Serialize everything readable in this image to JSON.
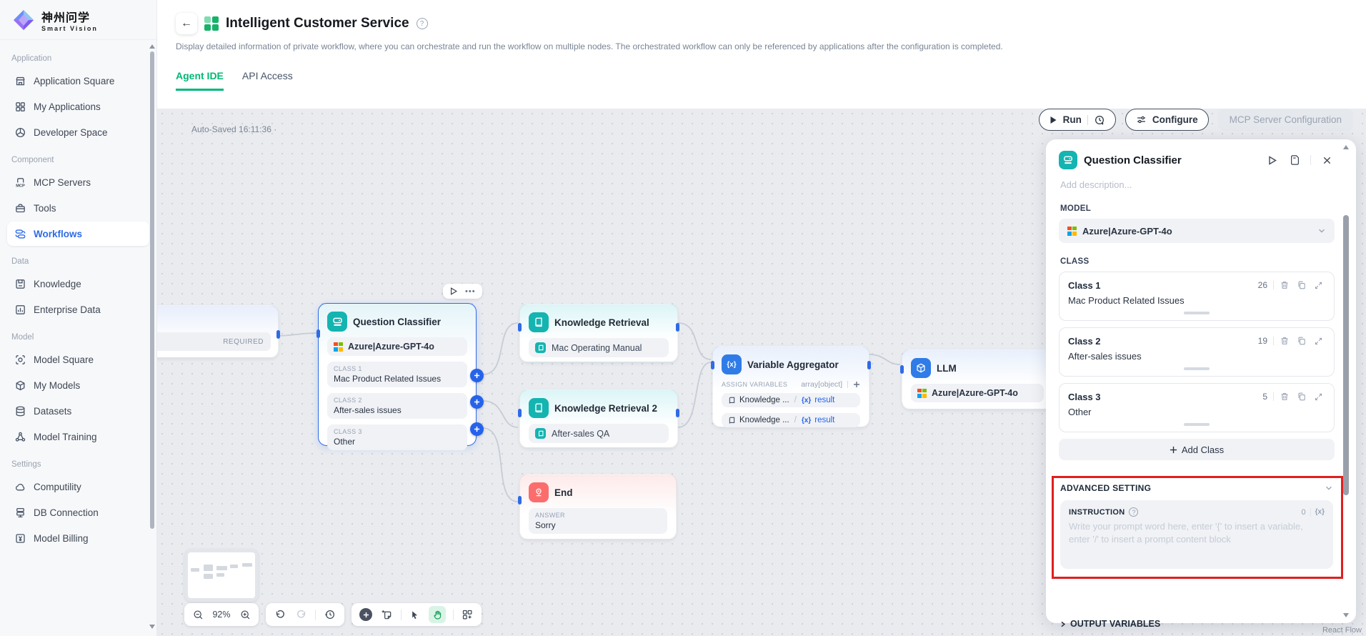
{
  "brand": {
    "cn": "神州问学",
    "en": "Smart Vision"
  },
  "icons": {
    "back": "←",
    "help": "?",
    "mcp": "MCP",
    "fx": "{x}",
    "ellipsis": "•••"
  },
  "sidebar": {
    "sections": [
      {
        "label": "Application",
        "items": [
          {
            "label": "Application Square"
          },
          {
            "label": "My Applications"
          },
          {
            "label": "Developer Space"
          }
        ]
      },
      {
        "label": "Component",
        "items": [
          {
            "label": "MCP Servers"
          },
          {
            "label": "Tools"
          },
          {
            "label": "Workflows"
          }
        ]
      },
      {
        "label": "Data",
        "items": [
          {
            "label": "Knowledge"
          },
          {
            "label": "Enterprise Data"
          }
        ]
      },
      {
        "label": "Model",
        "items": [
          {
            "label": "Model Square"
          },
          {
            "label": "My Models"
          },
          {
            "label": "Datasets"
          },
          {
            "label": "Model Training"
          }
        ]
      },
      {
        "label": "Settings",
        "items": [
          {
            "label": "Computility"
          },
          {
            "label": "DB Connection"
          },
          {
            "label": "Model Billing"
          }
        ]
      }
    ]
  },
  "header": {
    "title": "Intelligent Customer Service",
    "description": "Display detailed information of private workflow, where you can orchestrate and run the workflow on multiple nodes. The orchestrated workflow can only be referenced by applications after the configuration is completed.",
    "tabs": [
      {
        "label": "Agent IDE"
      },
      {
        "label": "API Access"
      }
    ]
  },
  "toolbar": {
    "autosave": "Auto-Saved 16:11:36 ·",
    "run_label": "Run",
    "configure_label": "Configure",
    "mcp_label": "MCP Server Configuration"
  },
  "nodes": {
    "start": {
      "required": "REQUIRED"
    },
    "classifier": {
      "title": "Question Classifier",
      "model": "Azure|Azure-GPT-4o",
      "classes": [
        {
          "label": "CLASS 1",
          "value": "Mac Product Related Issues"
        },
        {
          "label": "CLASS 2",
          "value": "After-sales issues"
        },
        {
          "label": "CLASS 3",
          "value": "Other"
        }
      ]
    },
    "retrieval1": {
      "title": "Knowledge Retrieval",
      "dataset": "Mac Operating Manual"
    },
    "retrieval2": {
      "title": "Knowledge Retrieval 2",
      "dataset": "After-sales QA"
    },
    "aggregator": {
      "title": "Variable Aggregator",
      "assign_label": "ASSIGN VARIABLES",
      "type": "array[object]",
      "rows": [
        {
          "source": "Knowledge ...",
          "sep": "/",
          "var": "result"
        },
        {
          "source": "Knowledge ...",
          "sep": "/",
          "var": "result"
        }
      ]
    },
    "llm": {
      "title": "LLM",
      "model": "Azure|Azure-GPT-4o"
    },
    "end": {
      "title": "End",
      "answer_label": "ANSWER",
      "answer": "Sorry"
    }
  },
  "panel": {
    "title": "Question Classifier",
    "description_placeholder": "Add description...",
    "model_label": "MODEL",
    "model_value": "Azure|Azure-GPT-4o",
    "class_label": "CLASS",
    "classes": [
      {
        "name": "Class 1",
        "count": "26",
        "text": "Mac Product Related Issues"
      },
      {
        "name": "Class 2",
        "count": "19",
        "text": "After-sales issues"
      },
      {
        "name": "Class 3",
        "count": "5",
        "text": "Other"
      }
    ],
    "add_class_label": "Add Class",
    "advanced": {
      "label": "ADVANCED SETTING",
      "instruction_label": "INSTRUCTION",
      "count": "0",
      "placeholder": "Write your prompt word here, enter '{' to insert a variable, enter '/' to insert a prompt content block"
    },
    "output_variables_label": "OUTPUT VARIABLES"
  },
  "controls": {
    "zoom": "92%",
    "attribution": "React Flow"
  },
  "colors": {
    "accent_green": "#00b876",
    "accent_blue": "#2e6be6",
    "teal": "#14b4b1",
    "node_red": "#fb6d6d",
    "annotation_red": "#e01f1f"
  }
}
